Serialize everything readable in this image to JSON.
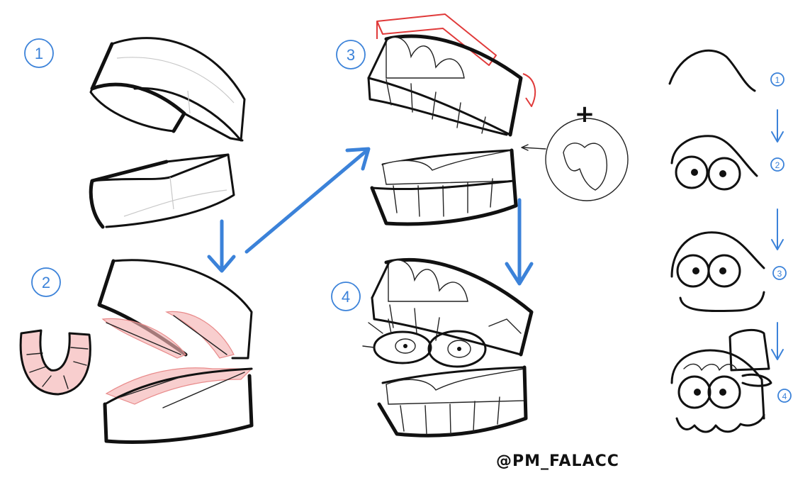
{
  "steps_left": [
    "1",
    "2",
    "3",
    "4"
  ],
  "steps_right": [
    "1",
    "2",
    "3",
    "4"
  ],
  "plus_sign": "+",
  "signature": "@PM_FALACC",
  "colors": {
    "ink": "#111111",
    "arrow_blue": "#3b82d9",
    "red_guide": "#e03a3a",
    "pink_fill": "#f4b3b3"
  }
}
